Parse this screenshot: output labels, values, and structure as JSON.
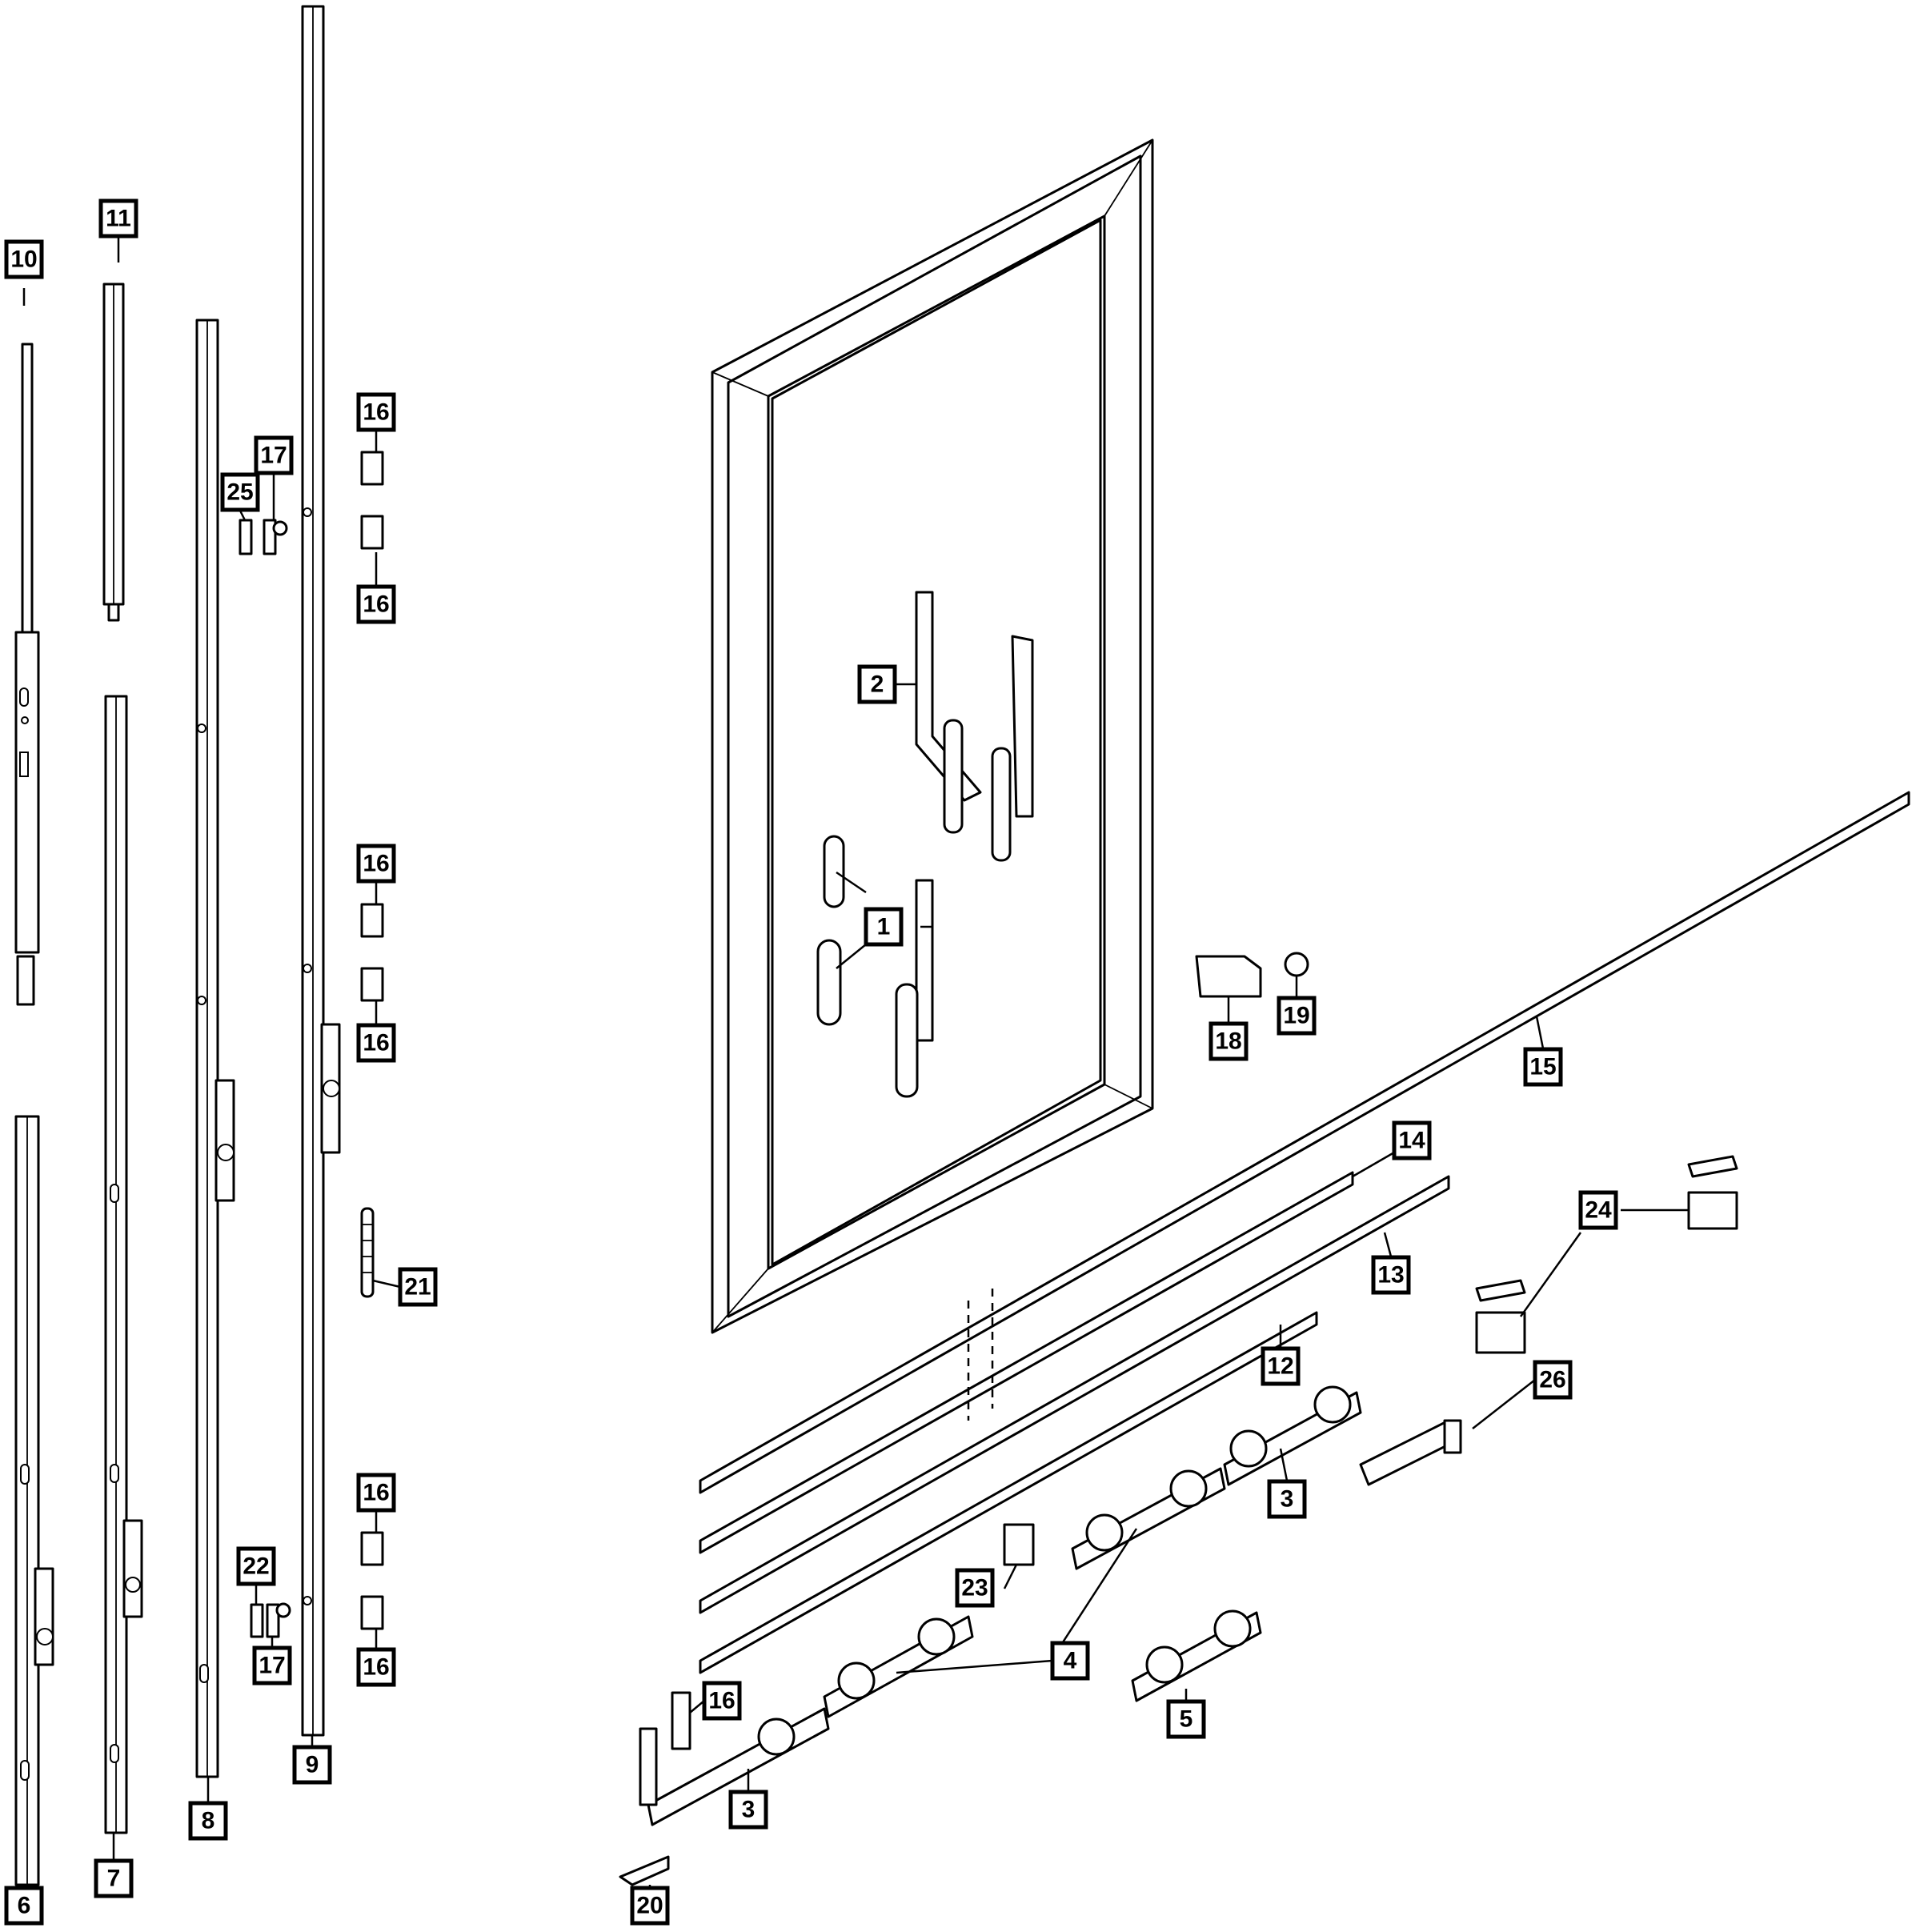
{
  "callouts": [
    {
      "id": "c10",
      "label": "10"
    },
    {
      "id": "c11",
      "label": "11"
    },
    {
      "id": "c16a",
      "label": "16"
    },
    {
      "id": "c17a",
      "label": "17"
    },
    {
      "id": "c25",
      "label": "25"
    },
    {
      "id": "c16b",
      "label": "16"
    },
    {
      "id": "c2",
      "label": "2"
    },
    {
      "id": "c1",
      "label": "1"
    },
    {
      "id": "c16c",
      "label": "16"
    },
    {
      "id": "c16d",
      "label": "16"
    },
    {
      "id": "c18",
      "label": "18"
    },
    {
      "id": "c19",
      "label": "19"
    },
    {
      "id": "c15",
      "label": "15"
    },
    {
      "id": "c14",
      "label": "14"
    },
    {
      "id": "c24",
      "label": "24"
    },
    {
      "id": "c21",
      "label": "21"
    },
    {
      "id": "c13",
      "label": "13"
    },
    {
      "id": "c12",
      "label": "12"
    },
    {
      "id": "c26",
      "label": "26"
    },
    {
      "id": "c3a",
      "label": "3"
    },
    {
      "id": "c16e",
      "label": "16"
    },
    {
      "id": "c22",
      "label": "22"
    },
    {
      "id": "c23",
      "label": "23"
    },
    {
      "id": "c17b",
      "label": "17"
    },
    {
      "id": "c16f",
      "label": "16"
    },
    {
      "id": "c4",
      "label": "4"
    },
    {
      "id": "c16g",
      "label": "16"
    },
    {
      "id": "c5",
      "label": "5"
    },
    {
      "id": "c9",
      "label": "9"
    },
    {
      "id": "c3b",
      "label": "3"
    },
    {
      "id": "c8",
      "label": "8"
    },
    {
      "id": "c7",
      "label": "7"
    },
    {
      "id": "c6",
      "label": "6"
    },
    {
      "id": "c20",
      "label": "20"
    }
  ]
}
